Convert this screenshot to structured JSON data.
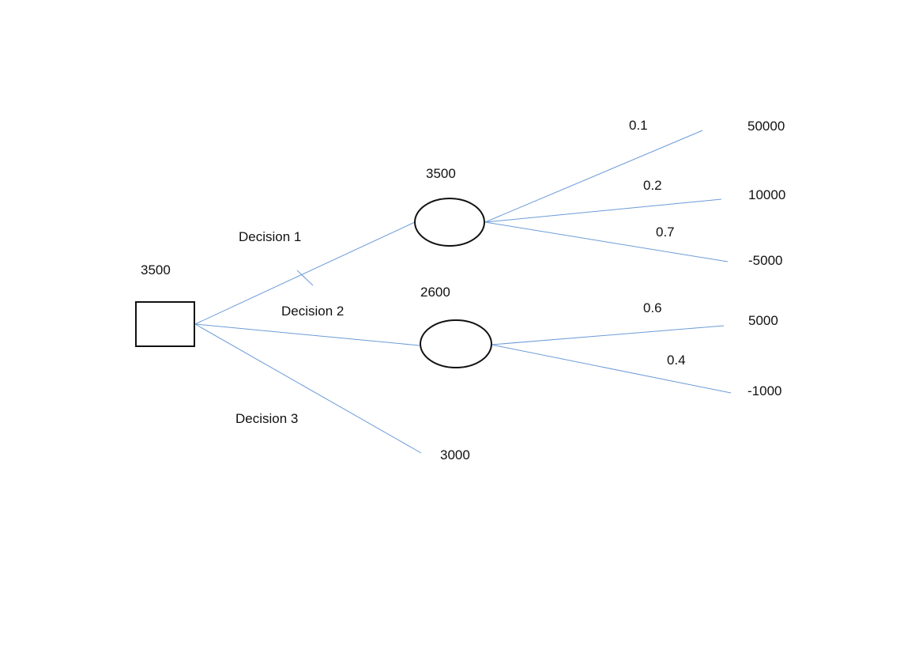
{
  "decision_tree": {
    "root": {
      "value": "3500"
    },
    "decisions": [
      {
        "label": "Decision 1",
        "node_value": "3500",
        "outcomes": [
          {
            "probability": "0.1",
            "payoff": "50000"
          },
          {
            "probability": "0.2",
            "payoff": "10000"
          },
          {
            "probability": "0.7",
            "payoff": "-5000"
          }
        ]
      },
      {
        "label": "Decision 2",
        "node_value": "2600",
        "outcomes": [
          {
            "probability": "0.6",
            "payoff": "5000"
          },
          {
            "probability": "0.4",
            "payoff": "-1000"
          }
        ]
      },
      {
        "label": "Decision 3",
        "payoff": "3000"
      }
    ]
  },
  "colors": {
    "branch": "#6c9bd8",
    "node_outline": "#111111",
    "text": "#111111"
  }
}
